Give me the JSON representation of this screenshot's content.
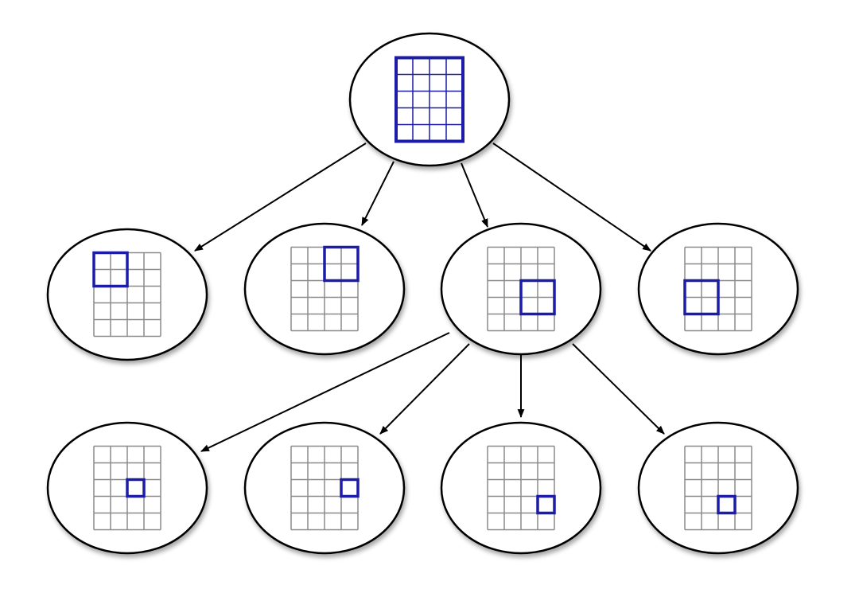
{
  "diagram": {
    "grid": {
      "cols": 4,
      "rows": 5
    },
    "colors": {
      "node_fill": "#ffffff",
      "node_stroke": "#000000",
      "grid_line": "#8a8a8a",
      "highlight": "#1c1ca8",
      "edge": "#000000"
    },
    "nodes": [
      {
        "id": "root",
        "level": 0,
        "region": {
          "col": 0,
          "row": 0,
          "cols": 4,
          "rows": 5
        }
      },
      {
        "id": "l1-a",
        "level": 1,
        "region": {
          "col": 0,
          "row": 0,
          "cols": 2,
          "rows": 2
        }
      },
      {
        "id": "l1-b",
        "level": 1,
        "region": {
          "col": 2,
          "row": 0,
          "cols": 2,
          "rows": 2
        }
      },
      {
        "id": "l1-c",
        "level": 1,
        "region": {
          "col": 2,
          "row": 2,
          "cols": 2,
          "rows": 2
        }
      },
      {
        "id": "l1-d",
        "level": 1,
        "region": {
          "col": 0,
          "row": 2,
          "cols": 2,
          "rows": 2
        }
      },
      {
        "id": "l2-a",
        "level": 2,
        "region": {
          "col": 2,
          "row": 2,
          "cols": 1,
          "rows": 1
        }
      },
      {
        "id": "l2-b",
        "level": 2,
        "region": {
          "col": 3,
          "row": 2,
          "cols": 1,
          "rows": 1
        }
      },
      {
        "id": "l2-c",
        "level": 2,
        "region": {
          "col": 3,
          "row": 3,
          "cols": 1,
          "rows": 1
        }
      },
      {
        "id": "l2-d",
        "level": 2,
        "region": {
          "col": 2,
          "row": 3,
          "cols": 1,
          "rows": 1
        }
      }
    ],
    "edges": [
      {
        "from": "root",
        "to": "l1-a"
      },
      {
        "from": "root",
        "to": "l1-b"
      },
      {
        "from": "root",
        "to": "l1-c"
      },
      {
        "from": "root",
        "to": "l1-d"
      },
      {
        "from": "l1-c",
        "to": "l2-a"
      },
      {
        "from": "l1-c",
        "to": "l2-b"
      },
      {
        "from": "l1-c",
        "to": "l2-c"
      },
      {
        "from": "l1-c",
        "to": "l2-d"
      }
    ]
  }
}
